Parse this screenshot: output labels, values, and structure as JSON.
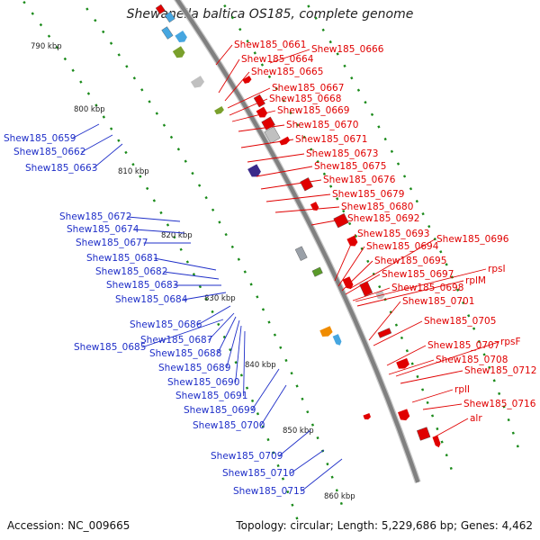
{
  "title": "Shewanella baltica OS185, complete genome",
  "footer": {
    "accession": "Accession: NC_009665",
    "topology": "Topology: circular; Length: 5,229,686 bp; Genes: 4,462"
  },
  "colors": {
    "forward_label": "#e00000",
    "reverse_label": "#1f2fc8",
    "backbone": "#808080",
    "tick": "#1a8a1a"
  },
  "ticks": [
    "790 kbp",
    "800 kbp",
    "810 kbp",
    "820 kbp",
    "830 kbp",
    "840 kbp",
    "850 kbp",
    "860 kbp"
  ],
  "forward_labels": [
    "Shew185_0661",
    "Shew185_0666",
    "Shew185_0664",
    "Shew185_0665",
    "Shew185_0667",
    "Shew185_0668",
    "Shew185_0669",
    "Shew185_0670",
    "Shew185_0671",
    "Shew185_0673",
    "Shew185_0675",
    "Shew185_0676",
    "Shew185_0679",
    "Shew185_0680",
    "Shew185_0692",
    "Shew185_0693",
    "Shew185_0696",
    "Shew185_0694",
    "Shew185_0695",
    "rpsI",
    "Shew185_0697",
    "rplM",
    "Shew185_0698",
    "Shew185_0701",
    "Shew185_0705",
    "rpsF",
    "Shew185_0707",
    "Shew185_0708",
    "Shew185_0712",
    "rplI",
    "Shew185_0716",
    "alr"
  ],
  "reverse_labels": [
    "Shew185_0659",
    "Shew185_0662",
    "Shew185_0663",
    "Shew185_0672",
    "Shew185_0674",
    "Shew185_0677",
    "Shew185_0681",
    "Shew185_0682",
    "Shew185_0683",
    "Shew185_0684",
    "Shew185_0686",
    "Shew185_0685",
    "Shew185_0687",
    "Shew185_0688",
    "Shew185_0689",
    "Shew185_0690",
    "Shew185_0691",
    "Shew185_0699",
    "Shew185_0700",
    "Shew185_0709",
    "Shew185_0710",
    "Shew185_0715"
  ]
}
